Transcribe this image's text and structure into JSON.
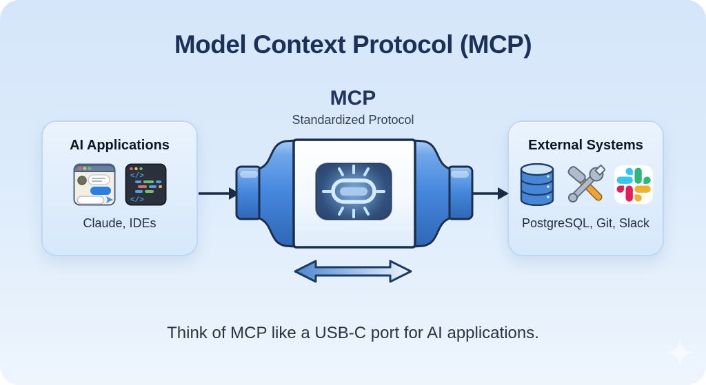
{
  "title": "Model Context Protocol (MCP)",
  "protocol": {
    "name": "MCP",
    "subtitle": "Standardized Protocol"
  },
  "left_panel": {
    "heading": "AI Applications",
    "caption": "Claude, IDEs",
    "icons": [
      "chat-app-icon",
      "code-editor-icon"
    ],
    "code_glyph": "</>"
  },
  "right_panel": {
    "heading": "External Systems",
    "caption": "PostgreSQL, Git, Slack",
    "icons": [
      "database-icon",
      "tools-icon",
      "slack-icon"
    ]
  },
  "footer_caption": "Think of MCP like a USB-C port for AI applications.",
  "colors": {
    "background_top": "#d5e6fa",
    "background_bottom": "#eef5fd",
    "title_navy": "#1c3157",
    "outline_navy": "#1c2e4d",
    "connector_blue": "#4486dc",
    "port_dark_blue": "#33527f",
    "port_glow_blue": "#d3ecff",
    "panel_border": "#bdd8f4",
    "chat_bubble_blue": "#2e7de0",
    "slack_blue": "#36C5F0",
    "slack_green": "#2EB67D",
    "slack_red": "#E01E5A",
    "slack_yellow": "#ECB22E"
  }
}
